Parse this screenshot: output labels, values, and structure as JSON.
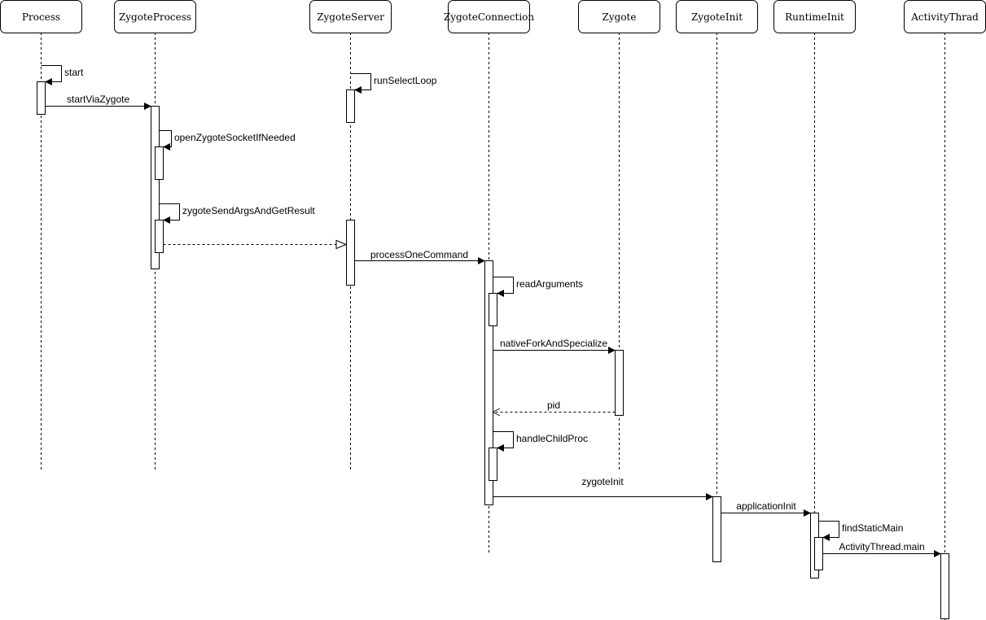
{
  "participants": [
    {
      "id": "process",
      "label": "Process"
    },
    {
      "id": "zygoteprocess",
      "label": "ZygoteProcess"
    },
    {
      "id": "zygoteserver",
      "label": "ZygoteServer"
    },
    {
      "id": "zygoteconnection",
      "label": "ZygoteConnection"
    },
    {
      "id": "zygote",
      "label": "Zygote"
    },
    {
      "id": "zygoteinit",
      "label": "ZygoteInit"
    },
    {
      "id": "runtimeinit",
      "label": "RuntimeInit"
    },
    {
      "id": "activitythread",
      "label": "ActivityThrad"
    }
  ],
  "messages": [
    {
      "id": "start",
      "label": "start"
    },
    {
      "id": "runselectloop",
      "label": "runSelectLoop"
    },
    {
      "id": "startviazygote",
      "label": "startViaZygote"
    },
    {
      "id": "openzygotesocket",
      "label": "openZygoteSocketIfNeeded"
    },
    {
      "id": "zygotesendargs",
      "label": "zygoteSendArgsAndGetResult"
    },
    {
      "id": "processonecommand",
      "label": "processOneCommand"
    },
    {
      "id": "readarguments",
      "label": "readArguments"
    },
    {
      "id": "nativefork",
      "label": "nativeForkAndSpecialize"
    },
    {
      "id": "pid",
      "label": "pid"
    },
    {
      "id": "handlechildproc",
      "label": "handleChildProc"
    },
    {
      "id": "zygoteinit",
      "label": "zygoteInit"
    },
    {
      "id": "applicationinit",
      "label": "applicationInit"
    },
    {
      "id": "findstaticmain",
      "label": "findStaticMain"
    },
    {
      "id": "activitythreadmain",
      "label": "ActivityThread.main"
    }
  ]
}
